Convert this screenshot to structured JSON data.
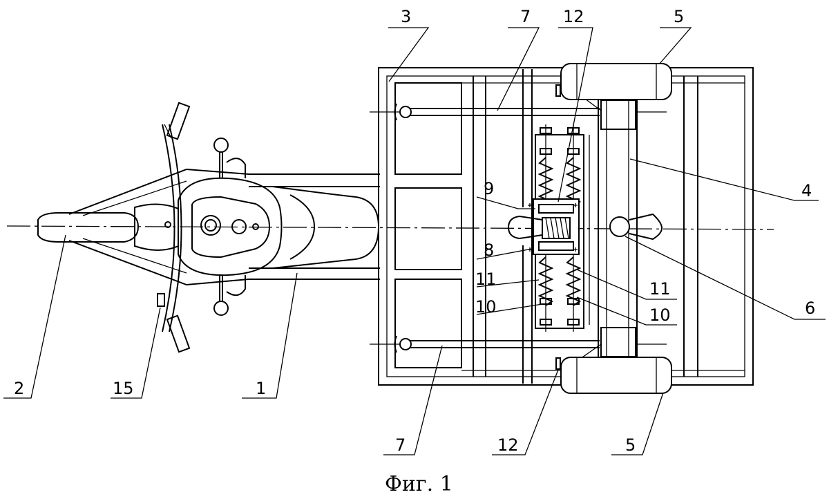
{
  "figure": {
    "caption": "Фиг. 1",
    "callouts": [
      "1",
      "2",
      "3",
      "4",
      "5",
      "5",
      "6",
      "7",
      "7",
      "8",
      "9",
      "10",
      "10",
      "11",
      "11",
      "12",
      "12",
      "15"
    ]
  }
}
